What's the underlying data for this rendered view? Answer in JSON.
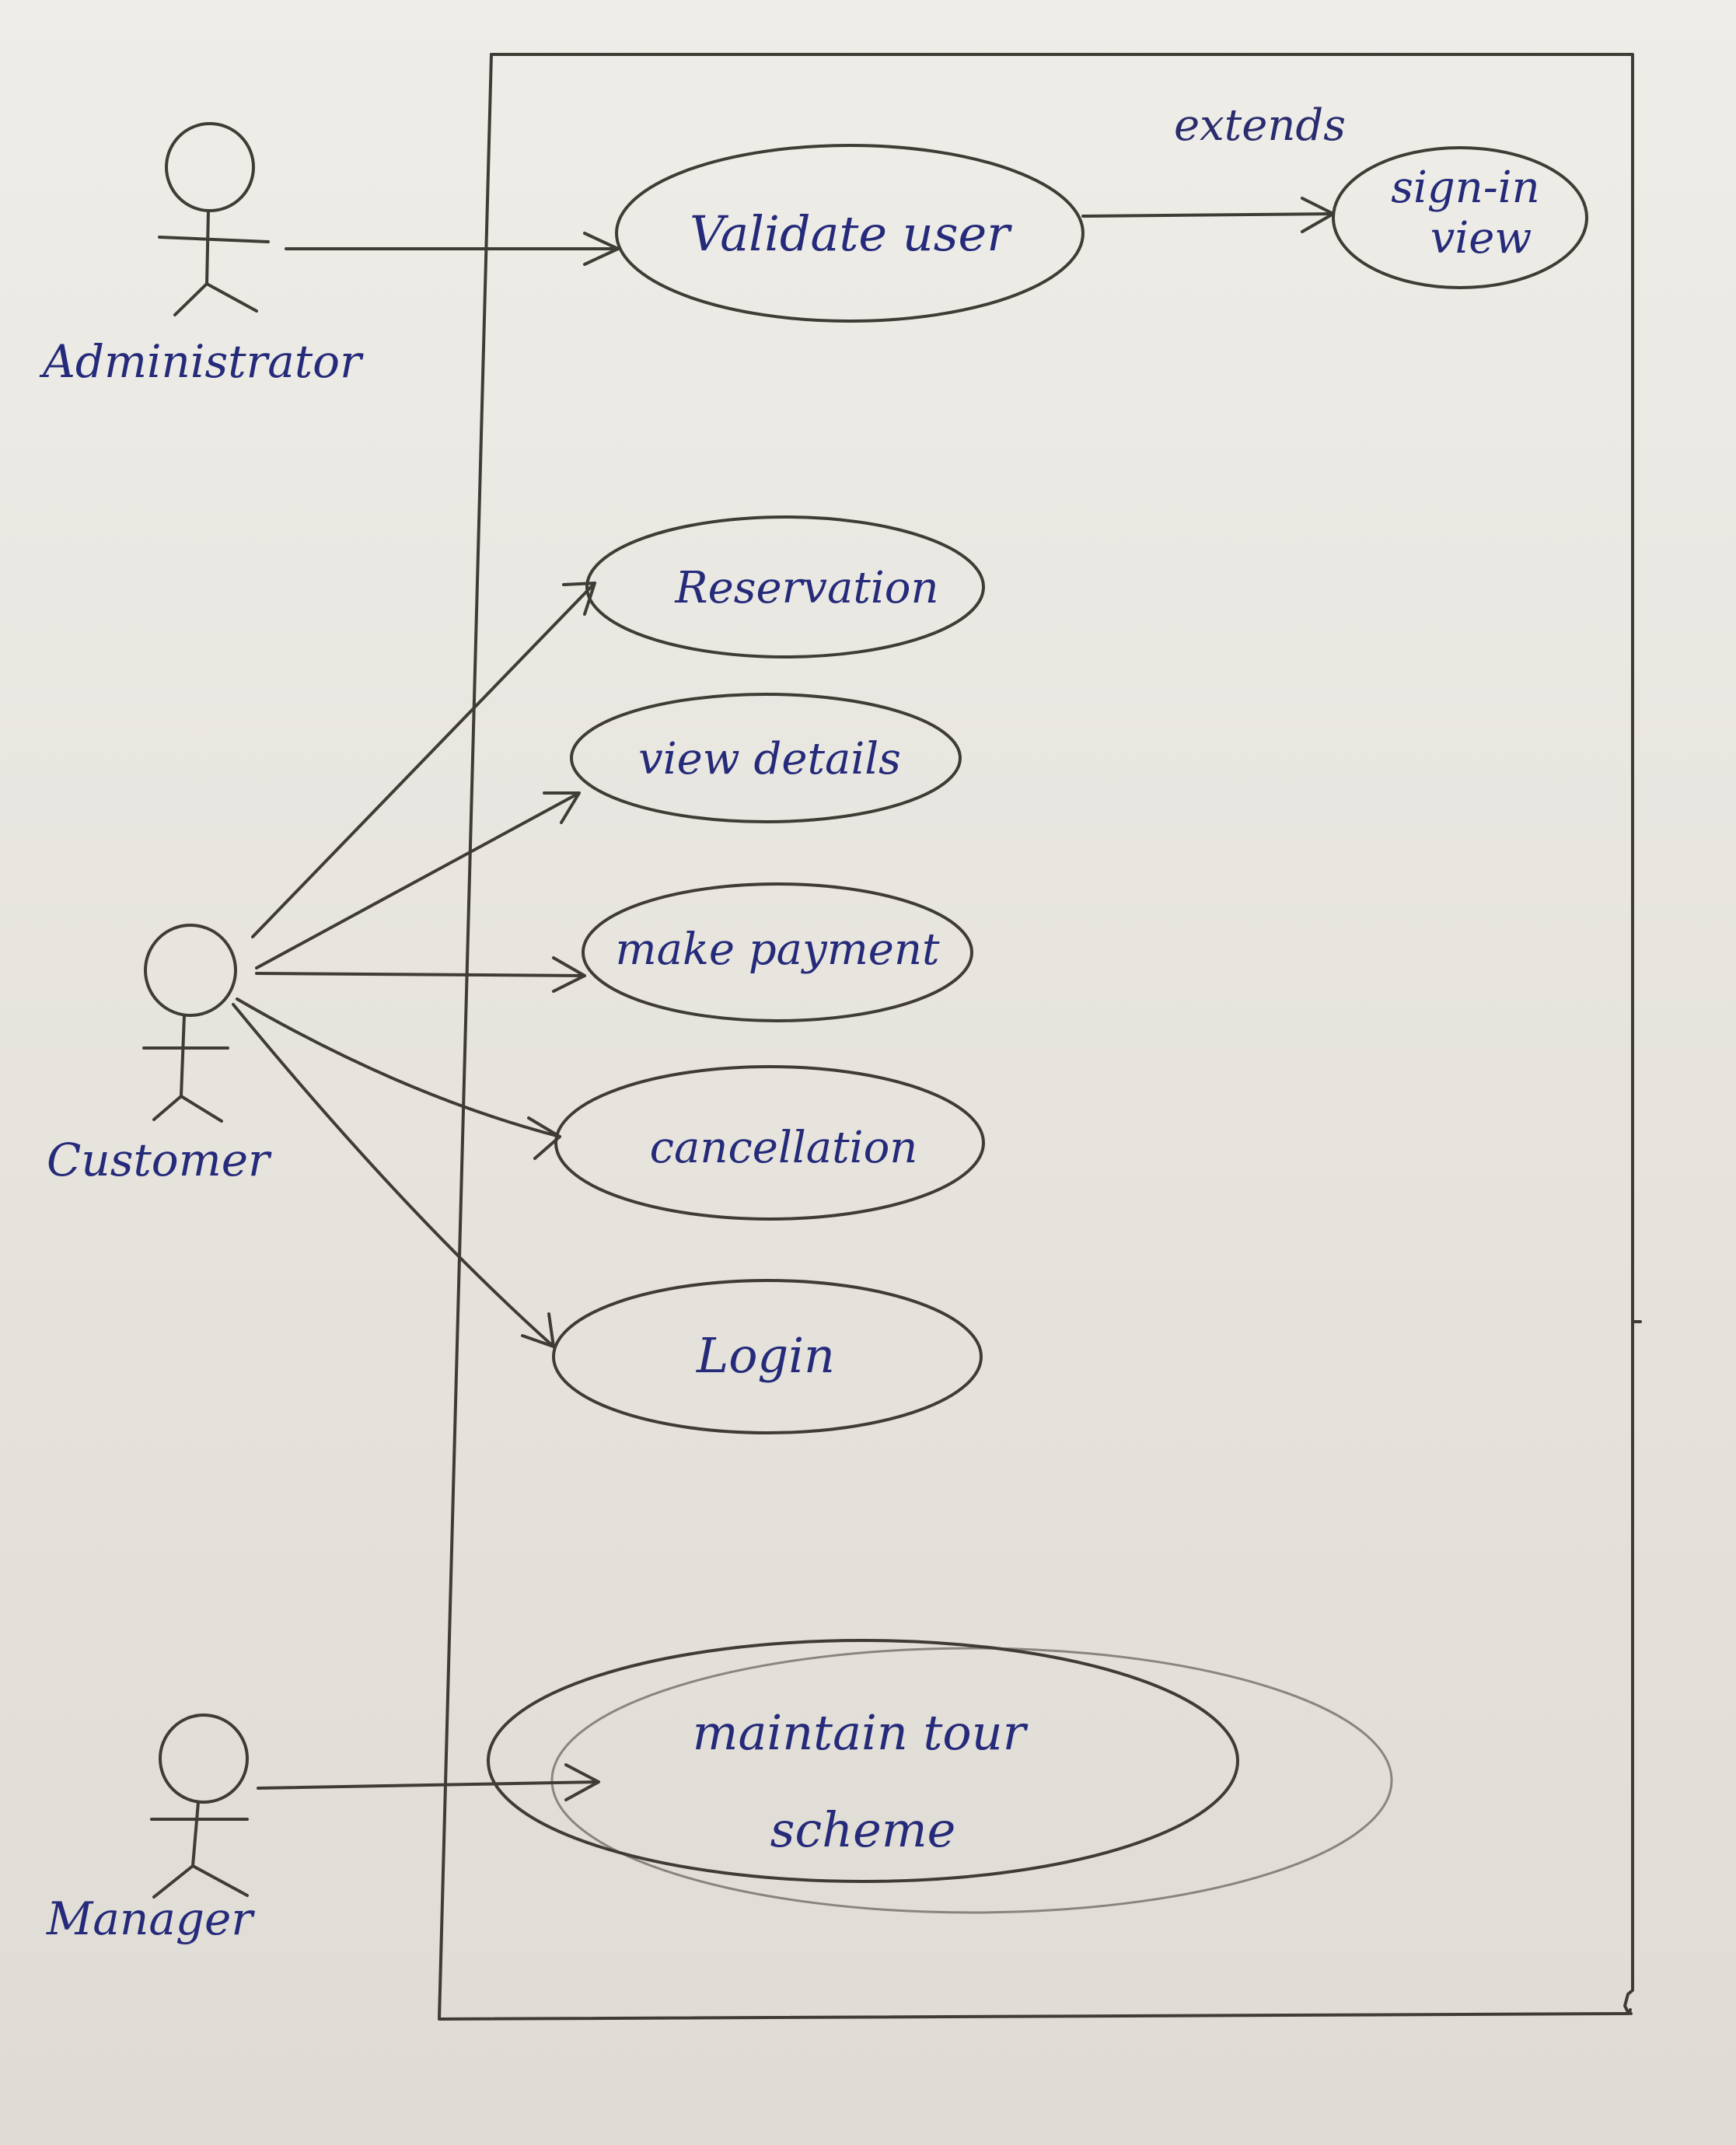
{
  "colors": {
    "paper": "#e9e7e0",
    "pencil": "#3f3c35",
    "ink": "#252a7a"
  },
  "actors": {
    "administrator": {
      "label": "Administrator"
    },
    "customer": {
      "label": "Customer"
    },
    "manager": {
      "label": "Manager"
    }
  },
  "use_cases": {
    "validate_user": {
      "label": "Validate user"
    },
    "sign_in_view": {
      "line1": "sign-in",
      "line2": "view"
    },
    "reservation": {
      "label": "Reservation"
    },
    "view_details": {
      "label": "view details"
    },
    "make_payment": {
      "label": "make payment"
    },
    "cancellation": {
      "label": "cancellation"
    },
    "login": {
      "label": "Login"
    },
    "maintain_tour_scheme": {
      "line1": "maintain tour",
      "line2": "scheme"
    }
  },
  "relationships": {
    "extends": {
      "label": "extends"
    }
  }
}
